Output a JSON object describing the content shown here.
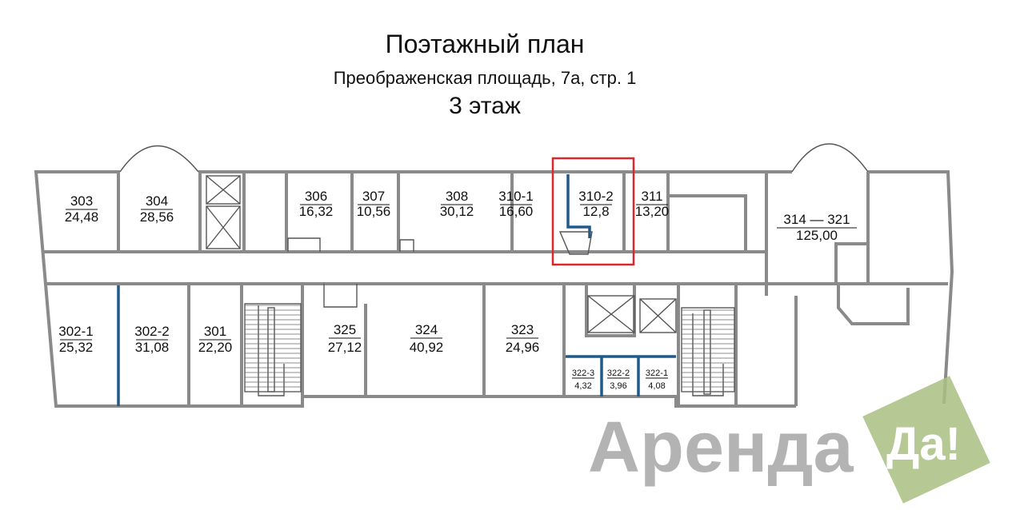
{
  "header": {
    "title": "Поэтажный план",
    "address": "Преображенская площадь, 7а, стр. 1",
    "floor": "3 этаж"
  },
  "rooms": [
    {
      "number": "303",
      "area": "24,48"
    },
    {
      "number": "304",
      "area": "28,56"
    },
    {
      "number": "306",
      "area": "16,32"
    },
    {
      "number": "307",
      "area": "10,56"
    },
    {
      "number": "308",
      "area": "30,12"
    },
    {
      "number": "310-1",
      "area": "16,60"
    },
    {
      "number": "310-2",
      "area": "12,8"
    },
    {
      "number": "311",
      "area": "13,20"
    },
    {
      "number": "314 — 321",
      "area": "125,00"
    },
    {
      "number": "302-1",
      "area": "25,32"
    },
    {
      "number": "302-2",
      "area": "31,08"
    },
    {
      "number": "301",
      "area": "22,20"
    },
    {
      "number": "325",
      "area": "27,12"
    },
    {
      "number": "324",
      "area": "40,92"
    },
    {
      "number": "323",
      "area": "24,96"
    },
    {
      "number": "322-3",
      "area": "4,32"
    },
    {
      "number": "322-2",
      "area": "3,96"
    },
    {
      "number": "322-1",
      "area": "4,08"
    }
  ],
  "highlight": {
    "room": "310-2",
    "color": "#d9272e"
  },
  "colors": {
    "wall": "#8a8a8a",
    "partition": "#1f5a8a",
    "watermark_green": "#a9bf82"
  },
  "watermark": {
    "word": "Аренда",
    "badge": "Да!"
  }
}
